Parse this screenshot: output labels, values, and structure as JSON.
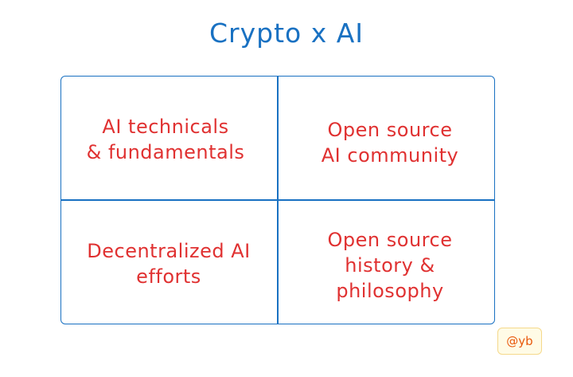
{
  "title": "Crypto x AI",
  "quadrants": {
    "top_left": {
      "lines": [
        "AI technicals",
        "& fundamentals"
      ]
    },
    "top_right": {
      "lines": [
        "Open source",
        "AI community"
      ]
    },
    "bottom_left": {
      "lines": [
        "Decentralized AI",
        "efforts"
      ]
    },
    "bottom_right": {
      "lines": [
        "Open source",
        "history &",
        "philosophy"
      ]
    }
  },
  "badge": "@yb",
  "colors": {
    "title": "#1971c2",
    "grid_lines": "#1971c2",
    "quadrant_text": "#e03131",
    "badge_text": "#e8590c",
    "badge_background": "#fffbe6",
    "badge_border": "#f5d98b"
  }
}
